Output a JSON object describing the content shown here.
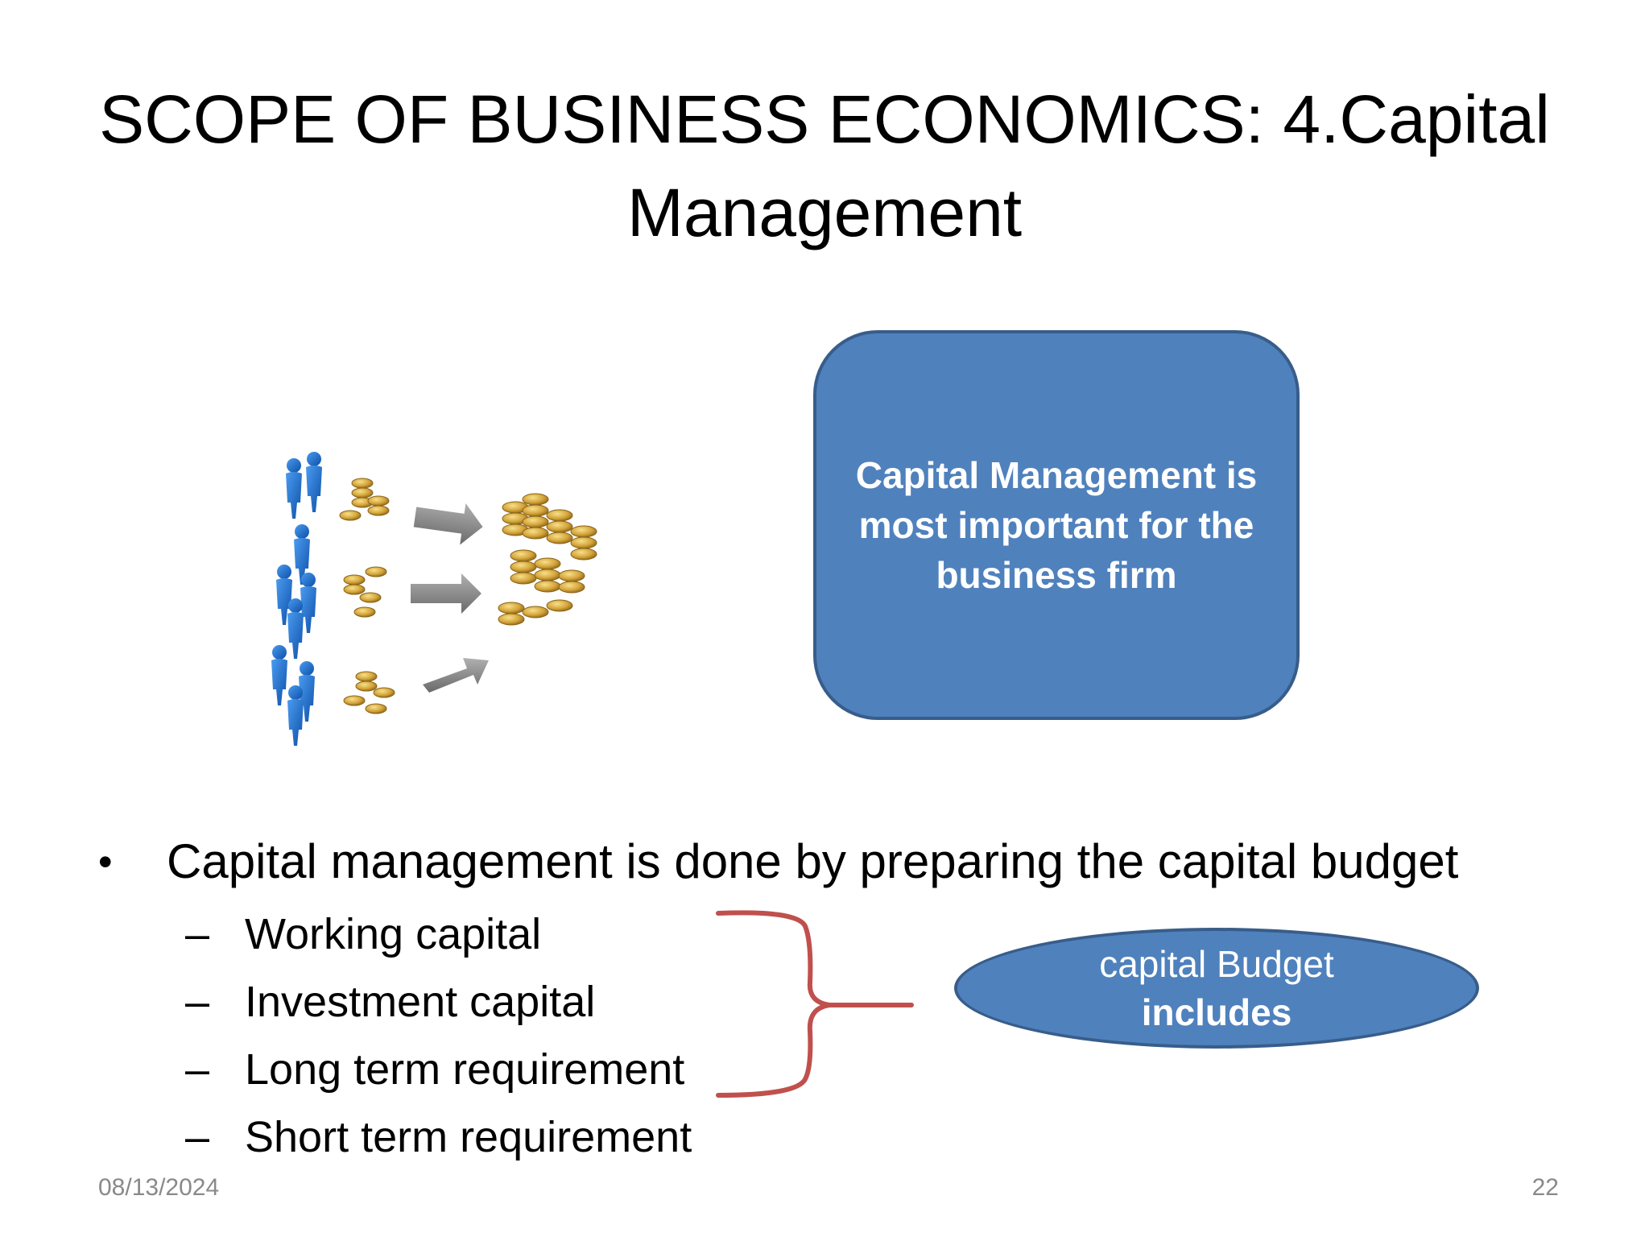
{
  "slide": {
    "title": "SCOPE OF BUSINESS ECONOMICS: 4.Capital Management",
    "callout": "Capital Management is most important for the business firm",
    "bullet": {
      "marker": "•",
      "text": "Capital management is done by preparing the capital budget"
    },
    "sub_items": [
      "Working capital",
      "Investment capital",
      "Long term requirement",
      "Short term requirement"
    ],
    "sub_marker": "–",
    "ellipse": {
      "line1": "capital Budget",
      "line2": "includes"
    },
    "footer": {
      "date": "08/13/2024",
      "page_number": "22"
    }
  },
  "colors": {
    "shape_fill": "#4f81bd",
    "shape_border": "#385d8a",
    "brace": "#c0504d",
    "footer_text": "#898989",
    "people_figures": "#1f6fd1",
    "coins": "#d4a43a",
    "arrows": "#808080"
  },
  "icons": {
    "illustration": "people-coins-growth-illustration",
    "brace": "curly-brace"
  }
}
